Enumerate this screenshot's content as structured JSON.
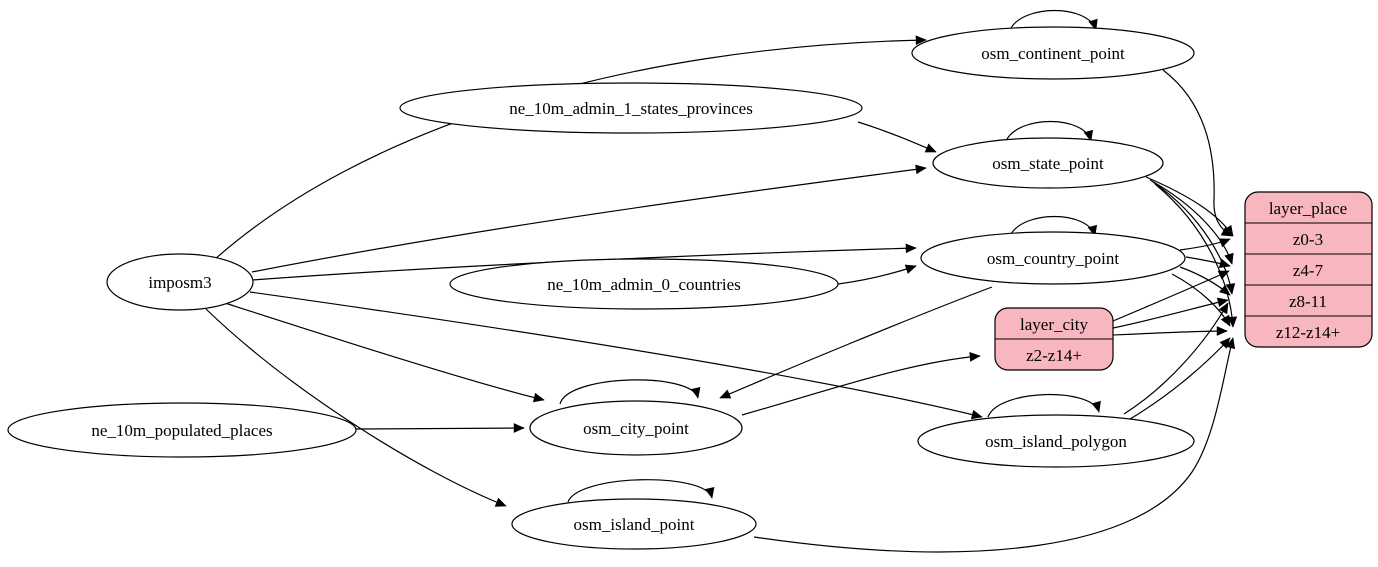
{
  "diagram": {
    "type": "etl-graph",
    "background": "#ffffff",
    "node_fill": "#ffffff",
    "record_fill": "#f8b6bf",
    "stroke_color": "#000000",
    "nodes": {
      "imposm3": {
        "label": "imposm3",
        "shape": "ellipse"
      },
      "ne_states_provinces": {
        "label": "ne_10m_admin_1_states_provinces",
        "shape": "ellipse"
      },
      "ne_admin0_countries": {
        "label": "ne_10m_admin_0_countries",
        "shape": "ellipse"
      },
      "ne_populated_places": {
        "label": "ne_10m_populated_places",
        "shape": "ellipse"
      },
      "osm_continent_point": {
        "label": "osm_continent_point",
        "shape": "ellipse"
      },
      "osm_state_point": {
        "label": "osm_state_point",
        "shape": "ellipse"
      },
      "osm_country_point": {
        "label": "osm_country_point",
        "shape": "ellipse"
      },
      "osm_city_point": {
        "label": "osm_city_point",
        "shape": "ellipse"
      },
      "osm_island_polygon": {
        "label": "osm_island_polygon",
        "shape": "ellipse"
      },
      "osm_island_point": {
        "label": "osm_island_point",
        "shape": "ellipse"
      }
    },
    "records": {
      "layer_place": {
        "title": "layer_place",
        "rows": [
          "z0-3",
          "z4-7",
          "z8-11",
          "z12-z14+"
        ]
      },
      "layer_city": {
        "title": "layer_city",
        "rows": [
          "z2-z14+"
        ]
      }
    },
    "edges": [
      {
        "from": "imposm3",
        "to": "osm_continent_point"
      },
      {
        "from": "imposm3",
        "to": "osm_state_point"
      },
      {
        "from": "imposm3",
        "to": "osm_country_point"
      },
      {
        "from": "imposm3",
        "to": "osm_city_point"
      },
      {
        "from": "imposm3",
        "to": "osm_island_polygon"
      },
      {
        "from": "imposm3",
        "to": "osm_island_point"
      },
      {
        "from": "ne_10m_admin_1_states_provinces",
        "to": "osm_state_point"
      },
      {
        "from": "ne_10m_admin_0_countries",
        "to": "osm_country_point"
      },
      {
        "from": "ne_10m_populated_places",
        "to": "osm_city_point"
      },
      {
        "from": "osm_continent_point",
        "to": "osm_continent_point"
      },
      {
        "from": "osm_state_point",
        "to": "osm_state_point"
      },
      {
        "from": "osm_country_point",
        "to": "osm_country_point"
      },
      {
        "from": "osm_city_point",
        "to": "osm_city_point"
      },
      {
        "from": "osm_island_polygon",
        "to": "osm_island_polygon"
      },
      {
        "from": "osm_island_point",
        "to": "osm_island_point"
      },
      {
        "from": "osm_country_point",
        "to": "osm_city_point"
      },
      {
        "from": "osm_city_point",
        "to": "layer_city",
        "port": "z2-z14+"
      },
      {
        "from": "osm_continent_point",
        "to": "layer_place",
        "port": "z0-3"
      },
      {
        "from": "osm_state_point",
        "to": "layer_place",
        "port": "z0-3"
      },
      {
        "from": "osm_state_point",
        "to": "layer_place",
        "port": "z4-7"
      },
      {
        "from": "osm_state_point",
        "to": "layer_place",
        "port": "z8-11"
      },
      {
        "from": "osm_state_point",
        "to": "layer_place",
        "port": "z12-z14+"
      },
      {
        "from": "osm_country_point",
        "to": "layer_place",
        "port": "z0-3"
      },
      {
        "from": "osm_country_point",
        "to": "layer_place",
        "port": "z4-7"
      },
      {
        "from": "osm_country_point",
        "to": "layer_place",
        "port": "z8-11"
      },
      {
        "from": "osm_country_point",
        "to": "layer_place",
        "port": "z12-z14+"
      },
      {
        "from": "layer_city",
        "to": "layer_place",
        "port": "z4-7"
      },
      {
        "from": "layer_city",
        "to": "layer_place",
        "port": "z8-11"
      },
      {
        "from": "layer_city",
        "to": "layer_place",
        "port": "z12-z14+"
      },
      {
        "from": "osm_island_polygon",
        "to": "layer_place",
        "port": "z8-11"
      },
      {
        "from": "osm_island_polygon",
        "to": "layer_place",
        "port": "z12-z14+"
      },
      {
        "from": "osm_island_point",
        "to": "layer_place",
        "port": "z12-z14+"
      }
    ]
  }
}
